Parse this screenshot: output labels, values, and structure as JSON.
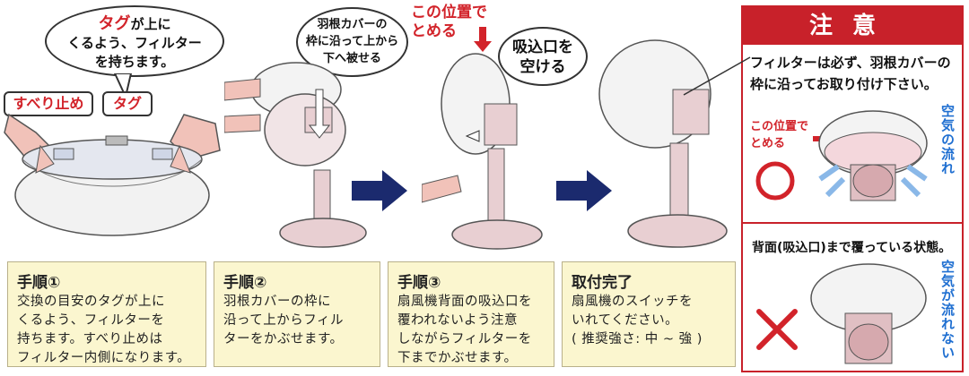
{
  "step1_bubble": {
    "highlight": "タグ",
    "line1_rest": "が上に",
    "line2": "くるよう、フィルター",
    "line3": "を持ちます。"
  },
  "labels": {
    "non_slip": "すべり止め",
    "tag": "タグ"
  },
  "step2_bubble": {
    "line1": "羽根カバーの",
    "line2": "枠に沿って上から",
    "line3": "下へ被せる"
  },
  "step3_callout": {
    "line1": "この位置で",
    "line2": "とめる"
  },
  "step3_bubble": {
    "line1": "吸込口を",
    "line2": "空ける"
  },
  "steps": [
    {
      "title": "手順①",
      "body": "交換の目安のタグが上に\nくるよう、フィルターを\n持ちます。すべり止めは\nフィルター内側になります。"
    },
    {
      "title": "手順②",
      "body": "羽根カバーの枠に\n沿って上からフィル\nターをかぶせます。"
    },
    {
      "title": "手順③",
      "body": "扇風機背面の吸込口を\n覆われないよう注意\nしながらフィルターを\n下までかぶせます。"
    },
    {
      "title": "取付完了",
      "body": "扇風機のスイッチを\nいれてください。\n( 推奨強さ: 中 ~ 強 )"
    }
  ],
  "caution": {
    "heading": "注意",
    "text": "フィルターは必ず、羽根カバーの\n枠に沿ってお取り付け下さい。",
    "callout_line1": "この位置で",
    "callout_line2": "とめる",
    "airflow_good": "空気の流れ",
    "bad_state": "背面(吸込口)まで覆っている状態。",
    "airflow_bad": "空気が流れない"
  },
  "colors": {
    "red": "#d2232a",
    "navy": "#1b2a6e",
    "blue": "#1f6fd1",
    "box": "#fbf6cf"
  }
}
